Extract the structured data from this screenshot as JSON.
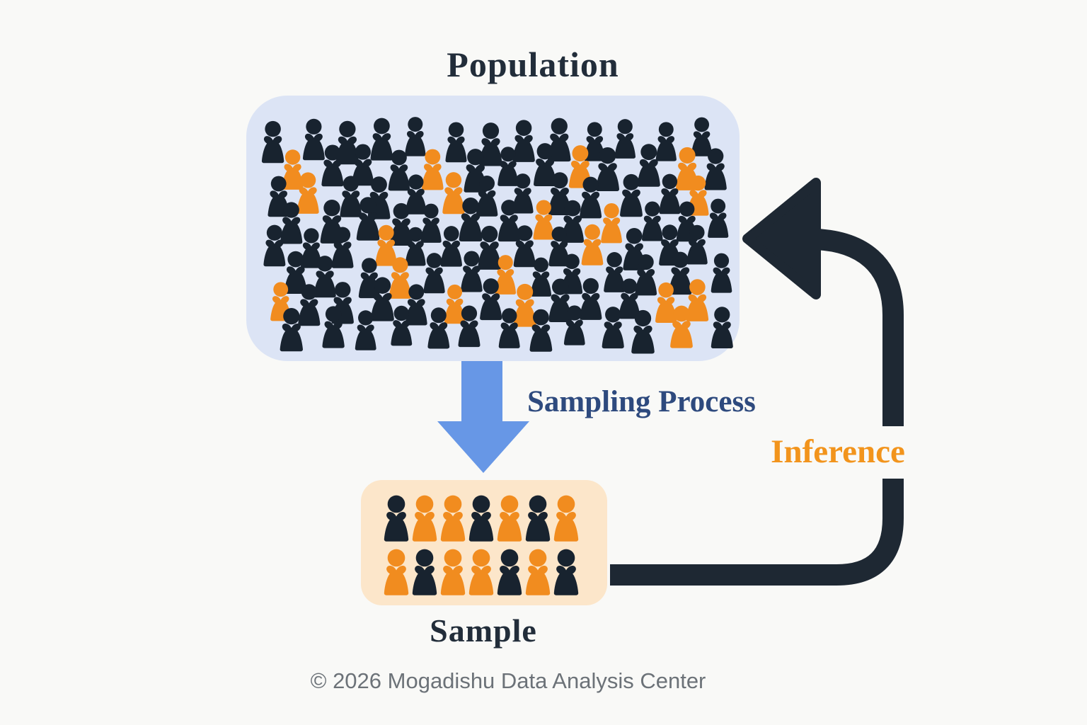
{
  "page": {
    "footer": "© 2026 Mogadishu Data Analysis Center"
  },
  "colors": {
    "background": "#f9f9f7",
    "title_text": "#222d3a",
    "population_box": "#dce4f5",
    "sample_box": "#fce6ca",
    "icon_dark": "#18232f",
    "icon_orange": "#f18c1f",
    "sampling_arrow": "#6797e6",
    "sampling_text": "#2e4a7e",
    "inference_arrow": "#1e2833",
    "inference_text": "#f2941c",
    "footer_text": "#6c7278"
  },
  "population": {
    "label": "Population",
    "grid": {
      "rows": 8,
      "cols": 13
    },
    "orange_cells": [
      [
        1,
        0
      ],
      [
        1,
        4
      ],
      [
        1,
        8
      ],
      [
        1,
        11
      ],
      [
        2,
        1
      ],
      [
        2,
        5
      ],
      [
        2,
        12
      ],
      [
        3,
        7
      ],
      [
        3,
        9
      ],
      [
        4,
        3
      ],
      [
        4,
        9
      ],
      [
        5,
        3
      ],
      [
        5,
        6
      ],
      [
        6,
        0
      ],
      [
        6,
        5
      ],
      [
        6,
        7
      ],
      [
        6,
        11
      ],
      [
        6,
        12
      ],
      [
        7,
        11
      ]
    ]
  },
  "sampling": {
    "label": "Sampling Process"
  },
  "sample": {
    "label": "Sample",
    "rows": [
      [
        "dark",
        "orange",
        "orange",
        "dark",
        "orange",
        "dark",
        "orange"
      ],
      [
        "orange",
        "dark",
        "orange",
        "orange",
        "dark",
        "orange",
        "dark"
      ]
    ]
  },
  "inference": {
    "label": "Inference"
  }
}
